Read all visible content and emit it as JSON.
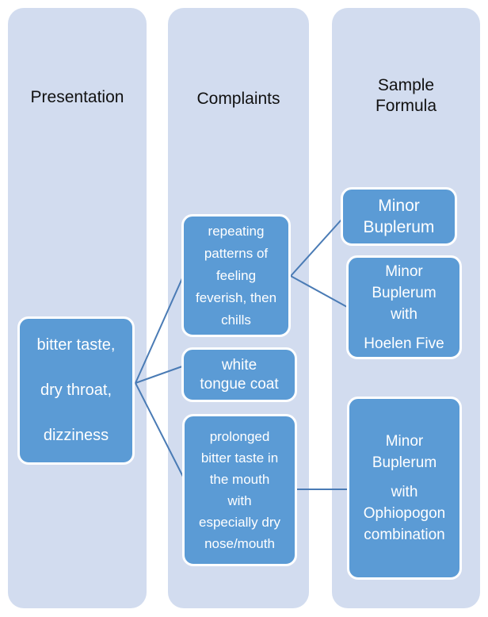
{
  "diagram": {
    "type": "smartart-flow",
    "columns": [
      {
        "header": "Presentation",
        "boxes": [
          {
            "id": "bitter-taste-presentation",
            "lines": [
              "bitter taste,",
              "dry throat,",
              "dizziness"
            ]
          }
        ]
      },
      {
        "header": "Complaints",
        "boxes": [
          {
            "id": "repeating-feverish-chills",
            "lines": [
              "repeating",
              "patterns of",
              "feeling",
              "feverish, then",
              "chills"
            ]
          },
          {
            "id": "white-tongue-coat",
            "lines": [
              "white",
              "tongue coat"
            ]
          },
          {
            "id": "prolonged-bitter-taste",
            "lines": [
              "prolonged",
              "bitter taste in",
              "the mouth",
              "with",
              "especially dry",
              "nose/mouth"
            ]
          }
        ]
      },
      {
        "header": "Sample Formula",
        "header_lines": [
          "Sample",
          "Formula"
        ],
        "boxes": [
          {
            "id": "minor-buplerum",
            "lines": [
              "Minor",
              "Buplerum"
            ]
          },
          {
            "id": "minor-buplerum-hoelen-five",
            "lines": [
              "Minor",
              "Buplerum",
              "with",
              "Hoelen Five"
            ]
          },
          {
            "id": "minor-buplerum-ophiopogon",
            "lines": [
              "Minor",
              "Buplerum",
              "with",
              "Ophiopogon",
              "combination"
            ]
          }
        ]
      }
    ],
    "connections": [
      {
        "from": "bitter-taste-presentation",
        "to": "repeating-feverish-chills"
      },
      {
        "from": "bitter-taste-presentation",
        "to": "white-tongue-coat"
      },
      {
        "from": "bitter-taste-presentation",
        "to": "prolonged-bitter-taste"
      },
      {
        "from": "repeating-feverish-chills",
        "to": "minor-buplerum"
      },
      {
        "from": "repeating-feverish-chills",
        "to": "minor-buplerum-hoelen-five"
      },
      {
        "from": "prolonged-bitter-taste",
        "to": "minor-buplerum-ophiopogon"
      }
    ],
    "colors": {
      "column_background": "#d2dcef",
      "node_fill": "#5b9bd5",
      "node_border": "#ffffff",
      "node_text": "#ffffff",
      "header_text": "#111111",
      "connector": "#4a7bb5",
      "page_background": "#ffffff"
    }
  }
}
